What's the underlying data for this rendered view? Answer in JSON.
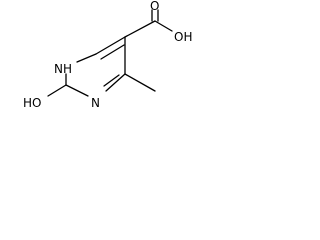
{
  "molecule": {
    "labels": {
      "acid_oxygen": "O",
      "acid_hydroxyl": "OH",
      "ring_nh": "NH",
      "ring_n": "N",
      "ring_hydroxyl": "HO"
    },
    "colors": {
      "bond": "#000000",
      "text": "#000000",
      "background": "#ffffff"
    }
  }
}
